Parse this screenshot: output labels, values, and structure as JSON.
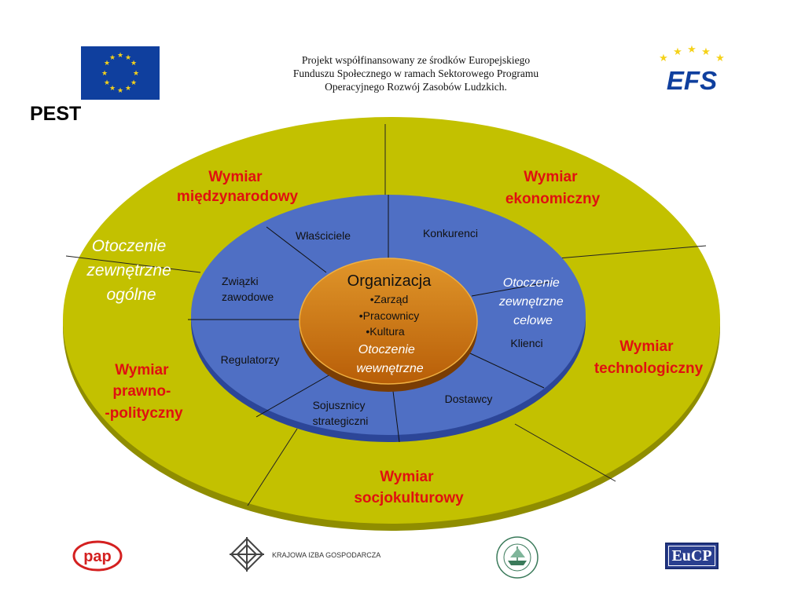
{
  "header": {
    "lines": [
      "Projekt współfinansowany ze środków Europejskiego",
      "Funduszu Społecznego w ramach Sektorowego Programu",
      "Operacyjnego Rozwój Zasobów Ludzkich."
    ]
  },
  "title": "PEST",
  "logos": {
    "efs": "EFS",
    "pap": "pap",
    "kig": "KRAJOWA  IZBA  GOSPODARCZA",
    "eucp": "EuCP"
  },
  "diagram": {
    "outer": {
      "label_lines": [
        "Otoczenie",
        "zewnętrzne",
        "ogólne"
      ],
      "dimensions": [
        {
          "id": "miedzynarodowy",
          "lines": [
            "Wymiar",
            "międzynarodowy"
          ]
        },
        {
          "id": "ekonomiczny",
          "lines": [
            "Wymiar",
            "ekonomiczny"
          ]
        },
        {
          "id": "technologiczny",
          "lines": [
            "Wymiar",
            "technologiczny"
          ]
        },
        {
          "id": "socjokulturowy",
          "lines": [
            "Wymiar",
            "socjokulturowy"
          ]
        },
        {
          "id": "prawno-polityczny",
          "lines": [
            "Wymiar",
            "prawno-",
            "-polityczny"
          ]
        }
      ]
    },
    "middle": {
      "label_lines": [
        "Otoczenie",
        "zewnętrzne",
        "celowe"
      ],
      "segments": [
        {
          "id": "wlasciciele",
          "lines": [
            "Właściciele"
          ]
        },
        {
          "id": "konkurenci",
          "lines": [
            "Konkurenci"
          ]
        },
        {
          "id": "klienci",
          "lines": [
            "Klienci"
          ]
        },
        {
          "id": "dostawcy",
          "lines": [
            "Dostawcy"
          ]
        },
        {
          "id": "sojusznicy",
          "lines": [
            "Sojusznicy",
            "strategiczni"
          ]
        },
        {
          "id": "regulatorzy",
          "lines": [
            "Regulatorzy"
          ]
        },
        {
          "id": "zwiazki",
          "lines": [
            "Związki",
            "zawodowe"
          ]
        }
      ]
    },
    "core": {
      "title": "Organizacja",
      "items": [
        "•Zarząd",
        "•Pracownicy",
        "•Kultura"
      ],
      "label_lines": [
        "Otoczenie",
        "wewnętrzne"
      ]
    }
  },
  "colors": {
    "outer_ring": "#c3c100",
    "middle_ring": "#4f6fc4",
    "core": "#c8700e",
    "dimension_text": "#e01010",
    "eu_blue": "#0f3f9e",
    "star": "#f5d21a"
  }
}
